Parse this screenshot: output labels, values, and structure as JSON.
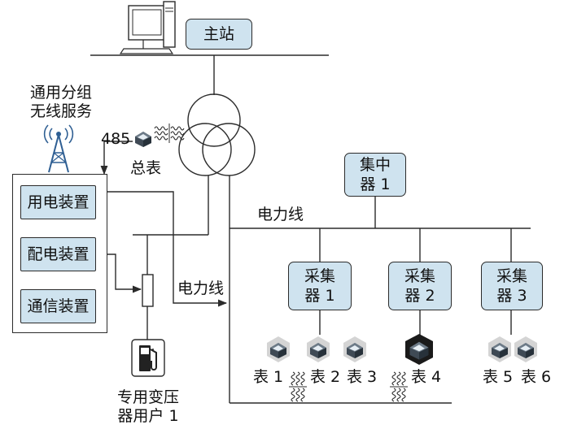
{
  "labels": {
    "main_station": "主站",
    "gprs_line1": "通用分组",
    "gprs_line2": "无线服务",
    "rs485": "485",
    "total_meter": "总表",
    "concentrator_line1": "集中",
    "concentrator_line2": "器 1",
    "power_line_top": "电力线",
    "power_line_mid": "电力线",
    "collector1_line1": "采集",
    "collector1_line2": "器 1",
    "collector2_line1": "采集",
    "collector2_line2": "器 2",
    "collector3_line1": "采集",
    "collector3_line2": "器 3",
    "device_consumption": "用电装置",
    "device_distribution": "配电装置",
    "device_communication": "通信装置",
    "transformer_user_line1": "专用变压",
    "transformer_user_line2": "器用户 1"
  },
  "meters": [
    "表 1",
    "表 2",
    "表 3",
    "表 4",
    "表 5",
    "表 6"
  ],
  "colors": {
    "box_fill": "#cfe3ef",
    "line": "#2b2b2b",
    "meter_badge": "#d4d4d4",
    "meter_badge_dark": "#1a1a1a",
    "meter_body": "#3f4a55"
  },
  "icons": [
    "computer-icon",
    "antenna-tower-icon",
    "meter-icon",
    "fuel-pump-icon",
    "transformer-icon"
  ]
}
